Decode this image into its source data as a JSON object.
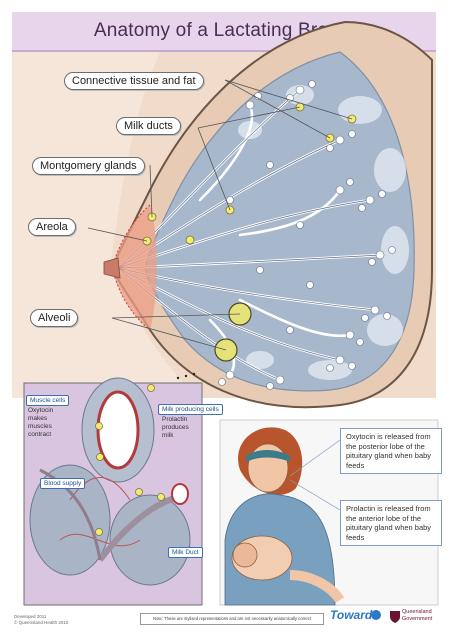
{
  "title": "Anatomy of a Lactating Breast",
  "labels": {
    "connective": "Connective tissue and fat",
    "milk_ducts": "Milk ducts",
    "montgomery": "Montgomery glands",
    "areola": "Areola",
    "alveoli": "Alveoli"
  },
  "inset": {
    "muscle_cells": "Muscle cells",
    "oxytocin_note": "Oxytocin makes muscles contract",
    "milk_producing": "Milk producing cells",
    "prolactin_note": "Prolactin produces milk",
    "blood_supply": "Blood supply",
    "milk_duct": "Milk Duct"
  },
  "callouts": {
    "oxytocin": "Oxytocin is released from the posterior lobe of the pituitary gland when baby feeds",
    "prolactin": "Prolactin is released from the anterior lobe of the pituitary gland when baby feeds"
  },
  "footer": {
    "note": "Note: These are stylised representations and are not necessarily anatomically correct",
    "developed": "Developed 2011",
    "copyright": "© Queensland Health 2010",
    "logo_toward": "Toward",
    "logo_queensland": "Queensland Government"
  },
  "colors": {
    "title_bg": "#e7d5ec",
    "skin": "#efd8c3",
    "breast_interior": "#9db0c8",
    "ducts": "#ffffff",
    "areola": "#e89a82",
    "inset_bg": "#d8c3df"
  }
}
